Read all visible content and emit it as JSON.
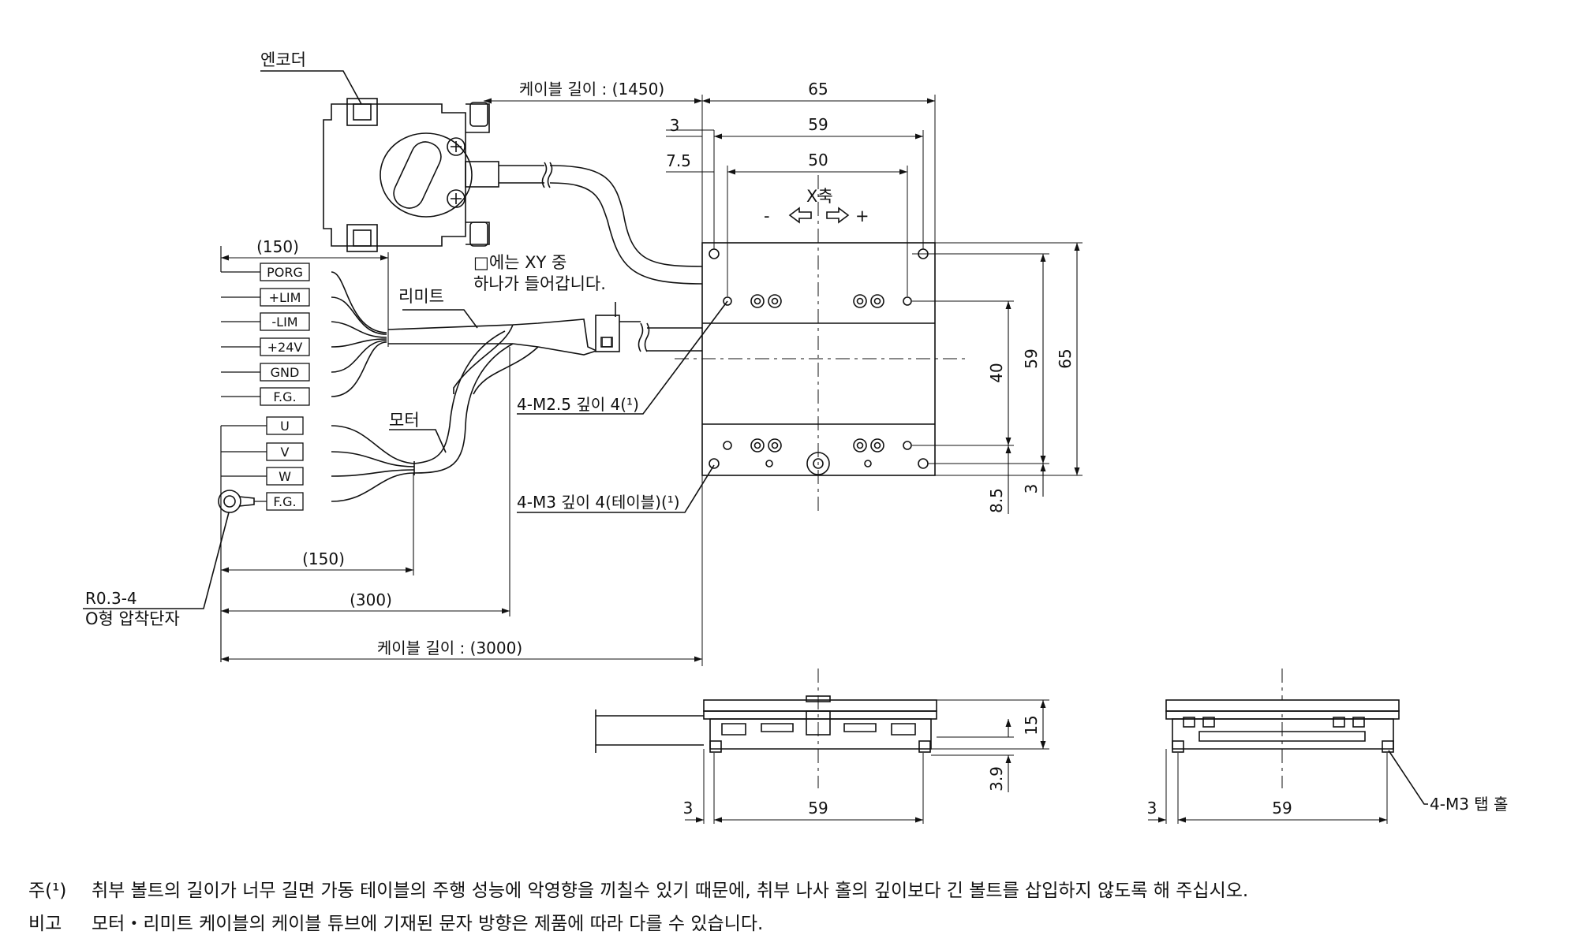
{
  "labels": {
    "encoder": "엔코더",
    "limit": "리미트",
    "motor": "모터",
    "x_axis": "X축",
    "minus": "-",
    "plus": "+",
    "box_note_1": "□에는 XY 중",
    "box_note_2": "하나가 들어갑니다.",
    "box_symbol": "□",
    "tap_m25": "4-M2.5 깊이 4(¹)",
    "tap_m3_table": "4-M3 깊이 4(테이블)(¹)",
    "terminal_1": "R0.3-4",
    "terminal_2": "O형 압착단자",
    "tap_hole": "4-M3 탭 홀"
  },
  "limit_wires": [
    "PORG",
    "+LIM",
    "-LIM",
    "+24V",
    "GND",
    "F.G."
  ],
  "motor_wires": [
    "U",
    "V",
    "W",
    "F.G."
  ],
  "dimensions": {
    "cable_encoder": "케이블 길이 : (1450)",
    "cable_motor": "케이블 길이 : (3000)",
    "limit_lead": "(150)",
    "motor_lead": "(150)",
    "split_len": "(300)",
    "w65": "65",
    "w59": "59",
    "w50": "50",
    "off3": "3",
    "off75": "7.5",
    "h40": "40",
    "h59": "59",
    "h65": "65",
    "off85": "8.5",
    "off3v": "3",
    "front_h15": "15",
    "front_h39": "3.9",
    "front_w59": "59",
    "front_off3": "3",
    "side_w59": "59",
    "side_off3": "3"
  },
  "notes": {
    "note1_key": "주(¹)",
    "note1_text": "취부 볼트의 길이가 너무 길면 가동 테이블의 주행 성능에 악영향을 끼칠수 있기 때문에, 취부 나사 홀의 깊이보다 긴 볼트를 삽입하지 않도록 해 주십시오.",
    "note2_key": "비고",
    "note2_text": "모터・리미트 케이블의 케이블 튜브에 기재된 문자 방향은 제품에 따라 다를 수 있습니다."
  }
}
